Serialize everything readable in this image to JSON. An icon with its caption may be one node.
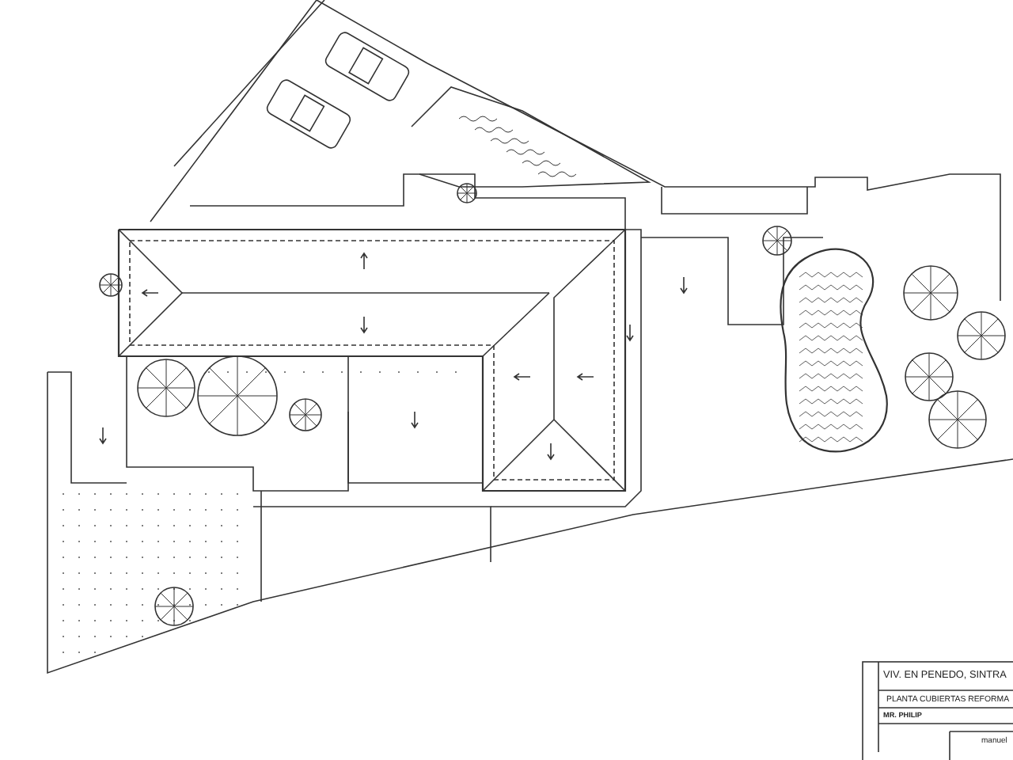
{
  "diagram": {
    "labels": [
      "VIV. EN PENEDO, SINTRA",
      "PLANTA CUBIERTAS REFORMA",
      "MR. PHILIP",
      "manuel"
    ]
  }
}
